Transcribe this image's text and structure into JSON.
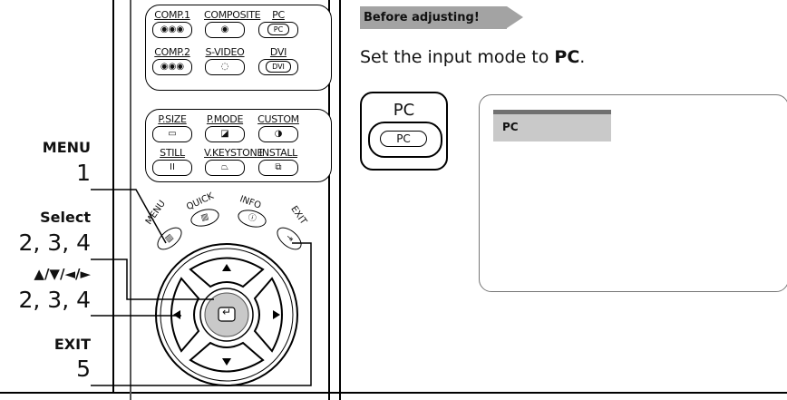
{
  "left_labels": [
    {
      "name": "MENU",
      "step": "1"
    },
    {
      "name": "Select",
      "step": "2, 3, 4"
    },
    {
      "name": "▲/▼/◄/►",
      "step": "2, 3, 4"
    },
    {
      "name": "EXIT",
      "step": "5"
    }
  ],
  "remote": {
    "row1": [
      {
        "label": "COMP.1",
        "key": "◉◉◉"
      },
      {
        "label": "COMPOSITE",
        "key": "◉"
      },
      {
        "label": "PC",
        "key": "PC"
      }
    ],
    "row2": [
      {
        "label": "COMP.2",
        "key": "◉◉◉"
      },
      {
        "label": "S-VIDEO",
        "key": "◌"
      },
      {
        "label": "DVI",
        "key": "DVI"
      }
    ],
    "row3": [
      {
        "label": "P.SIZE",
        "key": "▭"
      },
      {
        "label": "P.MODE",
        "key": "◪"
      },
      {
        "label": "CUSTOM",
        "key": "◑"
      }
    ],
    "row4": [
      {
        "label": "STILL",
        "key": "II"
      },
      {
        "label": "V.KEYSTONE",
        "key": "⏢"
      },
      {
        "label": "INSTALL",
        "key": "⧉"
      }
    ],
    "round_buttons": [
      {
        "label": "MENU",
        "key": "▥"
      },
      {
        "label": "QUICK",
        "key": "▥"
      },
      {
        "label": "INFO",
        "key": "ⓘ"
      },
      {
        "label": "EXIT",
        "key": "⇥"
      }
    ],
    "enter_glyph": "↵"
  },
  "banner": "Before adjusting!",
  "intro": {
    "prefix": "Set the input mode to ",
    "bold": "PC",
    "suffix": "."
  },
  "pc_icon": {
    "caption": "PC",
    "key": "PC"
  },
  "osd": {
    "tab_label": "PC"
  }
}
